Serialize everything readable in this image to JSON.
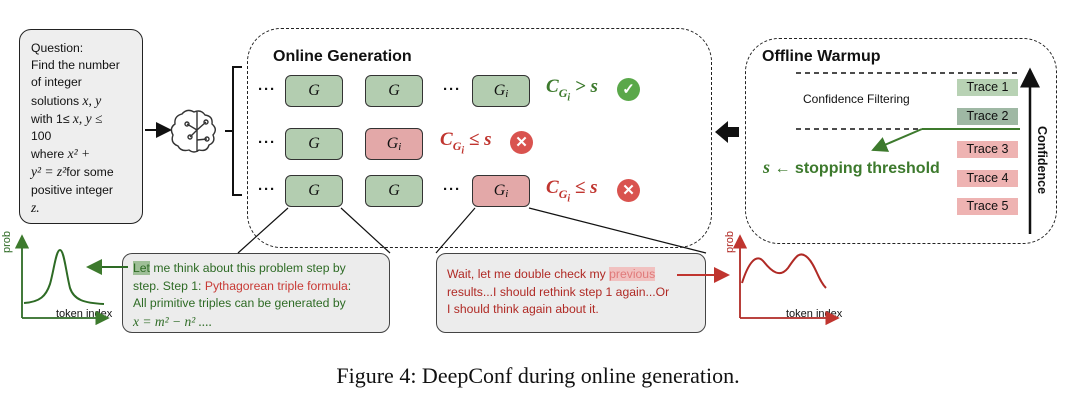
{
  "question": {
    "lines": [
      "Question:",
      "Find the number",
      "of integer",
      "solutions",
      "with 1≤",
      "100",
      "where",
      "for some",
      "positive integer"
    ],
    "math_vars": "x, y",
    "math_range": "x, y ≤",
    "math_where": "x² +",
    "math_eq": "y² = z²",
    "math_z": "z."
  },
  "online": {
    "title": "Online Generation",
    "g_label": "G",
    "gi_label": "G",
    "gi_sub": "i",
    "dots": "···",
    "cond_pass": "> s",
    "cond_fail": "≤ s",
    "cond_c": "C",
    "cond_sub_g": "G",
    "cond_sub_i": "i"
  },
  "offline": {
    "title": "Offline Warmup",
    "filter_label": "Confidence Filtering",
    "traces": [
      "Trace 1",
      "Trace 2",
      "Trace 3",
      "Trace 4",
      "Trace 5"
    ],
    "stop_var": "s",
    "stop_arrow": "←",
    "stop_text": "stopping threshold",
    "axis_label": "Confidence"
  },
  "left_text": {
    "highlight": "Let",
    "line1": " me think about this problem step by",
    "line2a": "step. Step 1: ",
    "line2b": "Pythagorean triple formula",
    "line2c": ":",
    "line3": "All primitive triples can be generated by",
    "line4": "x = m² − n² ...."
  },
  "right_text": {
    "line1a": "Wait, let me double check my ",
    "highlight": "previous",
    "line2": "results...I should rethink step 1 again...Or",
    "line3": "I should think again about it."
  },
  "left_plot": {
    "ylabel": "prob",
    "xlabel": "token index"
  },
  "right_plot": {
    "ylabel": "prob",
    "xlabel": "token index"
  },
  "caption": "Figure 4: DeepConf during online generation.",
  "colors": {
    "green": "#3d7a2d",
    "red": "#c0352f",
    "green_box": "#b3cdb0",
    "red_box": "#e3a8a8"
  }
}
